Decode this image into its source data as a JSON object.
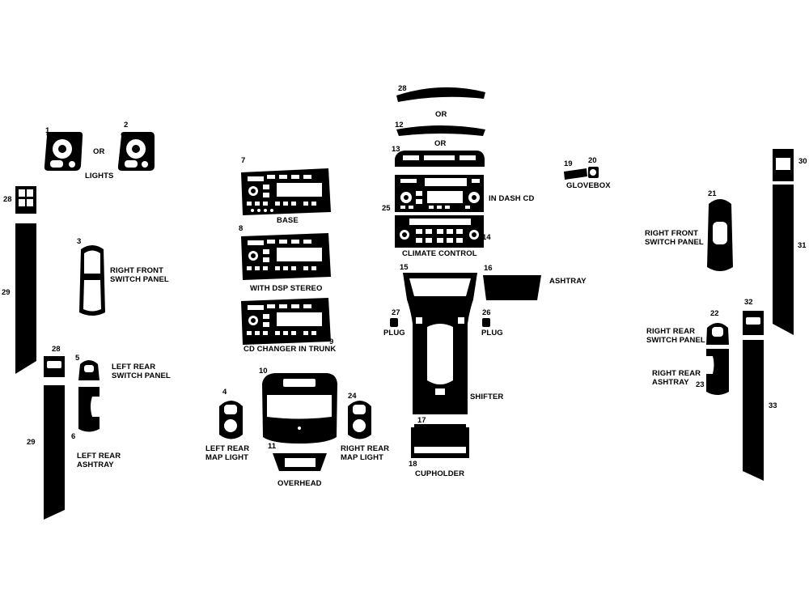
{
  "colors": {
    "piece": "#000000",
    "cutout": "#ffffff",
    "background": "#ffffff"
  },
  "labels": {
    "or_1": "OR",
    "lights": "LIGHTS",
    "right_front_switch_left": "RIGHT FRONT\nSWITCH PANEL",
    "left_rear_switch": "LEFT REAR\nSWITCH PANEL",
    "left_rear_ashtray": "LEFT REAR\nASHTRAY",
    "base": "BASE",
    "with_dsp": "WITH DSP STEREO",
    "cd_changer": "CD CHANGER IN TRUNK",
    "left_rear_map": "LEFT REAR\nMAP LIGHT",
    "overhead": "OVERHEAD",
    "right_rear_map": "RIGHT REAR\nMAP LIGHT",
    "or_2": "OR",
    "or_3": "OR",
    "in_dash_cd": "IN DASH CD",
    "climate_control": "CLIMATE CONTROL",
    "ashtray": "ASHTRAY",
    "plug_left": "PLUG",
    "plug_right": "PLUG",
    "shifter": "SHIFTER",
    "cupholder": "CUPHOLDER",
    "glovebox": "GLOVEBOX",
    "right_front_switch_right": "RIGHT FRONT\nSWITCH PANEL",
    "right_rear_switch": "RIGHT REAR\nSWITCH PANEL",
    "right_rear_ashtray": "RIGHT REAR\nASHTRAY"
  },
  "numbers": {
    "p1": "1",
    "p2": "2",
    "p3": "3",
    "p4": "4",
    "p5": "5",
    "p6": "6",
    "p7": "7",
    "p8": "8",
    "p9": "9",
    "p10": "10",
    "p11": "11",
    "p12": "12",
    "p13": "13",
    "p14": "14",
    "p15": "15",
    "p16": "16",
    "p17": "17",
    "p18": "18",
    "p19": "19",
    "p20": "20",
    "p21": "21",
    "p22": "22",
    "p23": "23",
    "p24": "24",
    "p25": "25",
    "p26": "26",
    "p27": "27",
    "p28a": "28",
    "p28b": "28",
    "p28c": "28",
    "p29a": "29",
    "p29b": "29",
    "p30": "30",
    "p31": "31",
    "p32": "32",
    "p33": "33"
  }
}
